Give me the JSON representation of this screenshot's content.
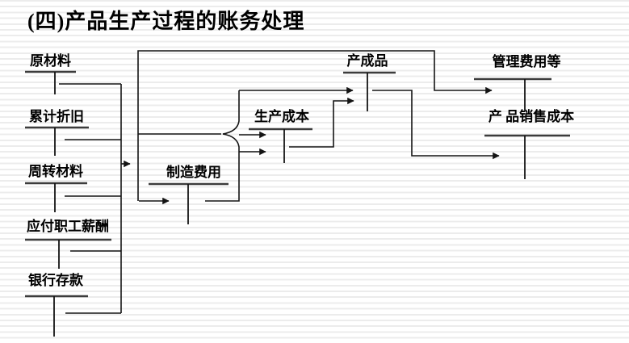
{
  "slide": {
    "title": "(四)产品生产过程的账务处理",
    "stripe_color": "#ececec",
    "line_color": "#141414"
  },
  "accounts": {
    "raw_materials": {
      "label": "原材料"
    },
    "accumulated_depreciation": {
      "label": "累计折旧"
    },
    "revolving_materials": {
      "label": "周转材料"
    },
    "employee_pay_payable": {
      "label": "应付职工薪酬"
    },
    "bank_deposits": {
      "label": "银行存款"
    },
    "manufacturing_overhead": {
      "label": "制造费用"
    },
    "production_cost": {
      "label": "生产成本"
    },
    "finished_goods": {
      "label": "产成品"
    },
    "admin_expenses": {
      "label": "管理费用等"
    },
    "cost_of_goods_sold": {
      "label": "产 品销售成本"
    }
  }
}
